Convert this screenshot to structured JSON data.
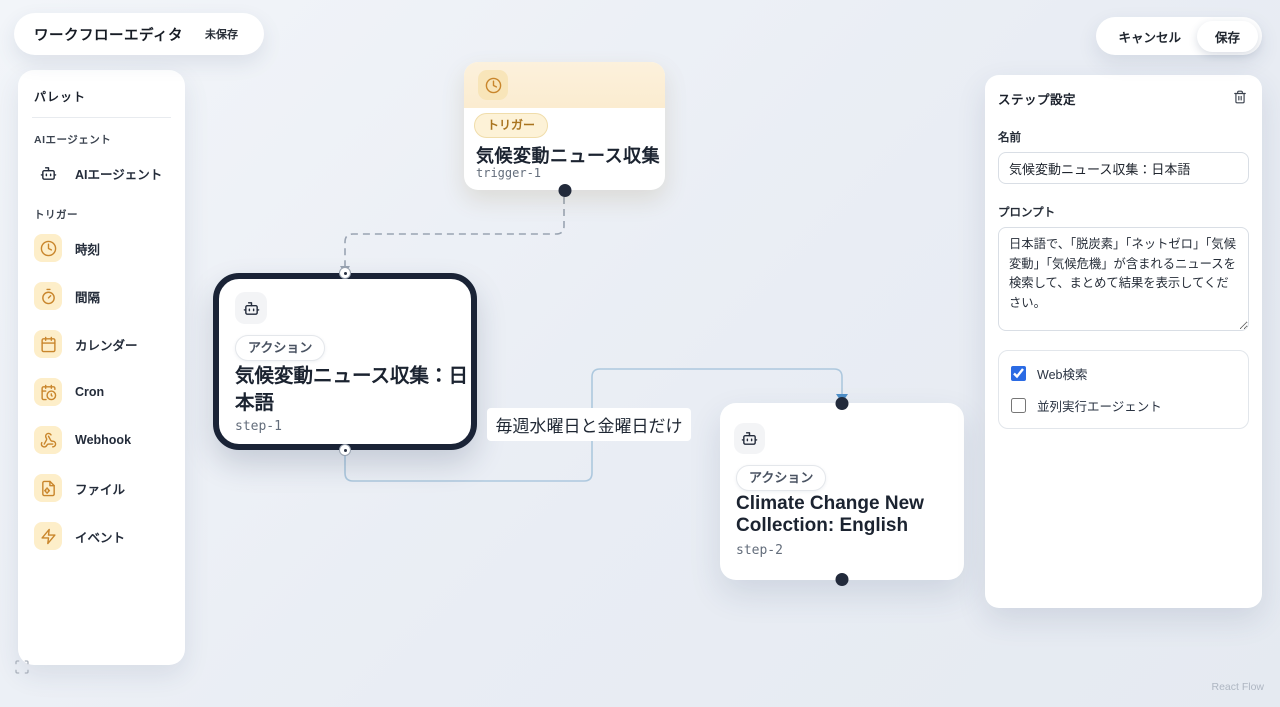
{
  "header": {
    "title": "ワークフローエディタ",
    "status_badge": "未保存",
    "cancel_label": "キャンセル",
    "save_label": "保存"
  },
  "palette": {
    "title": "パレット",
    "sections": [
      {
        "label": "AIエージェント",
        "items": [
          {
            "icon": "robot-icon",
            "label": "AIエージェント"
          }
        ]
      },
      {
        "label": "トリガー",
        "items": [
          {
            "icon": "clock-icon",
            "label": "時刻"
          },
          {
            "icon": "timer-icon",
            "label": "間隔"
          },
          {
            "icon": "calendar-icon",
            "label": "カレンダー"
          },
          {
            "icon": "calendar-clock-icon",
            "label": "Cron"
          },
          {
            "icon": "webhook-icon",
            "label": "Webhook"
          },
          {
            "icon": "file-icon",
            "label": "ファイル"
          },
          {
            "icon": "zap-icon",
            "label": "イベント"
          }
        ]
      }
    ]
  },
  "canvas": {
    "nodes": [
      {
        "type": "trigger",
        "icon": "clock-icon",
        "badge": "トリガー",
        "title": "気候変動ニュース収集",
        "subtitle": "trigger-1",
        "selected": false
      },
      {
        "type": "action",
        "icon": "robot-icon",
        "badge": "アクション",
        "title": "気候変動ニュース収集：日本語",
        "subtitle": "step-1",
        "selected": true
      },
      {
        "type": "action",
        "icon": "robot-icon",
        "badge": "アクション",
        "title": "Climate Change New Collection: English",
        "subtitle": "step-2",
        "selected": false
      }
    ],
    "edge_label": "毎週水曜日と金曜日だけ",
    "attribution": "React Flow"
  },
  "inspector": {
    "title": "ステップ設定",
    "delete_icon": "trash-icon",
    "name_label": "名前",
    "name_value": "気候変動ニュース収集：日本語",
    "prompt_label": "プロンプト",
    "prompt_value": "日本語で、「脱炭素」「ネットゼロ」「気候変動」「気候危機」が含まれるニュースを検索して、まとめて結果を表示してください。",
    "options": [
      {
        "label": "Web検索",
        "checked": true
      },
      {
        "label": "並列実行エージェント",
        "checked": false
      }
    ]
  },
  "colors": {
    "accent_orange": "#c9862c",
    "accent_blue": "#2b6be4",
    "selected_node_border": "#1a2336",
    "edge_blue": "#adc8de",
    "edge_blue_arrow": "#4e8fc7",
    "edge_gray": "#9aa4b2"
  }
}
